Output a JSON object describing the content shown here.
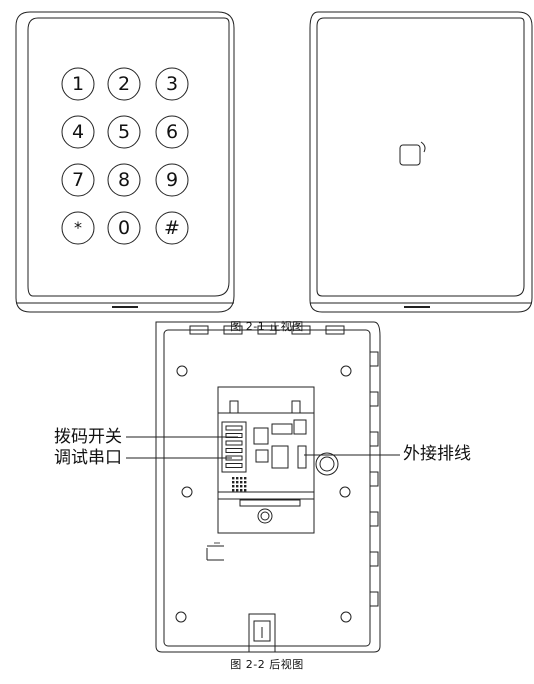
{
  "figures": {
    "front": {
      "caption": "图 2-1 正视图",
      "keypad_keys": [
        "1",
        "2",
        "3",
        "4",
        "5",
        "6",
        "7",
        "8",
        "9",
        "*",
        "0",
        "#"
      ]
    },
    "rear": {
      "caption": "图 2-2 后视图",
      "callouts": {
        "dip_switch": "拨码开关",
        "debug_port": "调试串口",
        "external_cable": "外接排线"
      }
    }
  },
  "colors": {
    "line": "#222222",
    "text": "#111111",
    "background": "#ffffff"
  }
}
